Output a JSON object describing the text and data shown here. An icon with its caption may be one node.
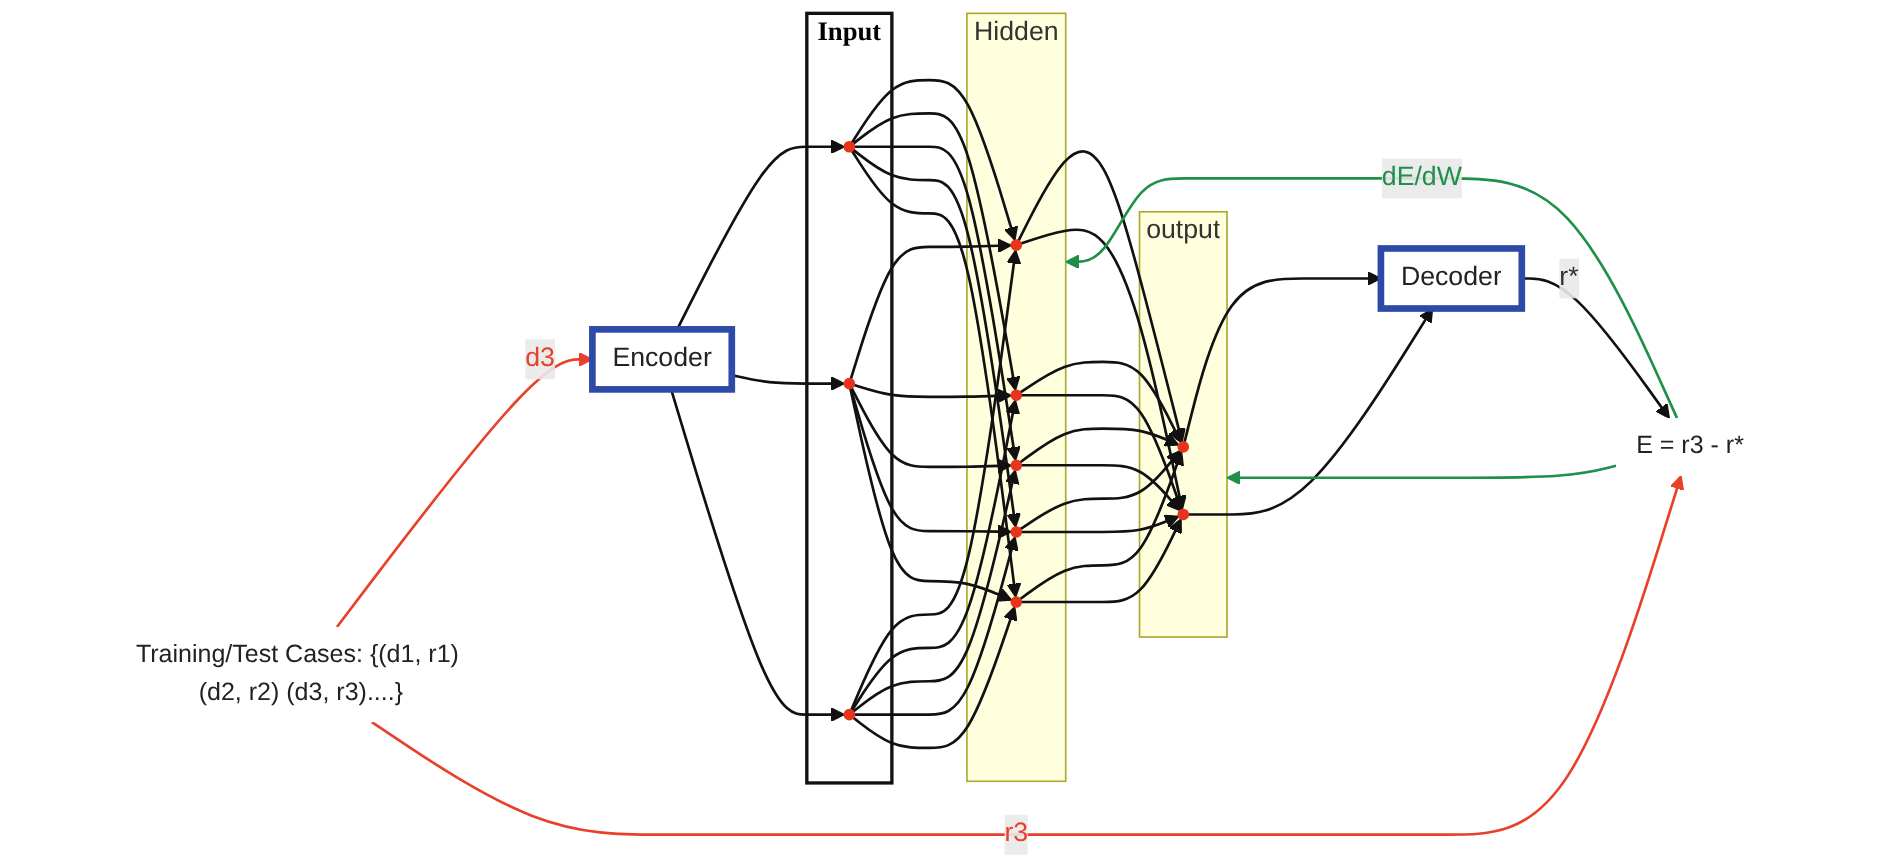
{
  "diagram": {
    "nodes": [
      {
        "text": [
          "Training/Test Cases: {(d1, r1) (d2, r2) (d3, r3)....}"
        ]
      },
      {
        "text": [
          "Encoder"
        ]
      },
      {
        "text": [
          "Input"
        ]
      },
      {
        "text": [],
        "shape": "circle",
        "in": 2
      },
      {
        "text": [],
        "shape": "circle",
        "in": 2
      },
      {
        "text": [],
        "shape": "circle",
        "in": 2
      },
      {
        "text": [
          "Hidden"
        ]
      },
      {
        "text": [],
        "shape": "circle",
        "in": 6
      },
      {
        "text": [],
        "shape": "circle",
        "in": 6
      },
      {
        "text": [],
        "shape": "circle",
        "in": 6
      },
      {
        "text": [],
        "shape": "circle",
        "in": 6
      },
      {
        "text": [],
        "shape": "circle",
        "in": 6
      },
      {
        "text": [
          "output"
        ]
      },
      {
        "text": [],
        "shape": "circle",
        "in": 12
      },
      {
        "text": [],
        "shape": "circle",
        "in": 12
      },
      {
        "text": [
          "Decoder"
        ]
      },
      {
        "text": [
          "E = r3 - r*"
        ]
      }
    ],
    "edges": [
      {
        "from": 0,
        "to": 1,
        "arrow": "to",
        "label": "d3",
        "color": "#e8402a"
      },
      {
        "from": 0,
        "to": 16,
        "arrow": "to",
        "label": "r3",
        "color": "#e8402a"
      },
      {
        "from": 1,
        "to": 3,
        "arrow": "to"
      },
      {
        "from": 1,
        "to": 4,
        "arrow": "to"
      },
      {
        "from": 1,
        "to": 5,
        "arrow": "to"
      },
      {
        "from": 3,
        "to": 7,
        "arrow": "to"
      },
      {
        "from": 3,
        "to": 8,
        "arrow": "to"
      },
      {
        "from": 3,
        "to": 9,
        "arrow": "to"
      },
      {
        "from": 3,
        "to": 10,
        "arrow": "to"
      },
      {
        "from": 3,
        "to": 11,
        "arrow": "to"
      },
      {
        "from": 4,
        "to": 7,
        "arrow": "to"
      },
      {
        "from": 4,
        "to": 8,
        "arrow": "to"
      },
      {
        "from": 4,
        "to": 9,
        "arrow": "to"
      },
      {
        "from": 4,
        "to": 10,
        "arrow": "to"
      },
      {
        "from": 4,
        "to": 11,
        "arrow": "to"
      },
      {
        "from": 5,
        "to": 7,
        "arrow": "to"
      },
      {
        "from": 5,
        "to": 8,
        "arrow": "to"
      },
      {
        "from": 5,
        "to": 9,
        "arrow": "to"
      },
      {
        "from": 5,
        "to": 10,
        "arrow": "to"
      },
      {
        "from": 5,
        "to": 11,
        "arrow": "to"
      },
      {
        "from": 7,
        "to": 13,
        "arrow": "to"
      },
      {
        "from": 7,
        "to": 14,
        "arrow": "to"
      },
      {
        "from": 8,
        "to": 13,
        "arrow": "to"
      },
      {
        "from": 8,
        "to": 14,
        "arrow": "to"
      },
      {
        "from": 9,
        "to": 13,
        "arrow": "to"
      },
      {
        "from": 9,
        "to": 14,
        "arrow": "to"
      },
      {
        "from": 10,
        "to": 13,
        "arrow": "to"
      },
      {
        "from": 10,
        "to": 14,
        "arrow": "to"
      },
      {
        "from": 11,
        "to": 13,
        "arrow": "to"
      },
      {
        "from": 11,
        "to": 14,
        "arrow": "to"
      },
      {
        "from": 13,
        "to": 15,
        "arrow": "to"
      },
      {
        "from": 14,
        "to": 15,
        "arrow": "to"
      },
      {
        "from": 15,
        "to": 16,
        "arrow": "to",
        "label": "r*"
      },
      {
        "from": 16,
        "to": 6,
        "arrow": "to",
        "label": "dE/dW",
        "color": "#1f8f4a"
      },
      {
        "from": 16,
        "to": 12,
        "arrow": "to",
        "color": "#1f8f4a"
      }
    ]
  }
}
